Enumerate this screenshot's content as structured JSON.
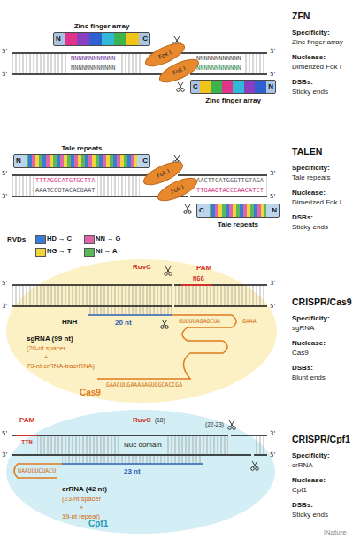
{
  "diagram": {
    "nodes": [
      {
        "text": [
          "Zinc finger array",
          "N",
          "C"
        ]
      },
      {
        "text": [
          "Fok I"
        ]
      },
      {
        "text": [
          "Fok I"
        ]
      },
      {
        "text": [
          "Zinc finger array",
          "C",
          "N"
        ]
      },
      {
        "text": [
          "Tale repeats",
          "N",
          "C"
        ]
      },
      {
        "text": [
          "Fok I"
        ]
      },
      {
        "text": [
          "Fok I"
        ]
      },
      {
        "text": [
          "Tale repeats",
          "C",
          "N"
        ]
      },
      {
        "text": [
          "Cas9"
        ]
      },
      {
        "text": [
          "Cpf1"
        ]
      }
    ],
    "labels": [
      "5'",
      "3'",
      "3'",
      "5'",
      "NNNNNNNNNNNN",
      "NNNNNNNNNNNN",
      "NNNNNNNNNNNN",
      "NNNNNNNNNNNN",
      "ZFN",
      "Specificity:",
      "Zinc finger array",
      "Nuclease:",
      "Dimerized Fok I",
      "DSBs:",
      "Sticky ends",
      "5'",
      "3'",
      "3'",
      "5'",
      "TTTAGGCATGTGCTTA",
      "AAATCCGTACACGAAT",
      "AACTTCATGGGTTGTAGA",
      "TTGAAGTACCCAACATCT",
      "RVDs",
      "TALEN",
      "Specificity:",
      "Tale repeats",
      "Nuclease:",
      "Dimerized Fok I",
      "DSBs:",
      "Sticky ends",
      "5'",
      "3'",
      "3'",
      "5'",
      "RuvC",
      "PAM",
      "NGG",
      "HNH",
      "20 nt",
      "sgRNA (99 nt)",
      "(20-nt spacer",
      "+",
      "79-nt crRNA-tracrRNA)",
      "GUUUUAGAGCUA",
      "GAAA",
      "GAACUUGAAAAAGUGGCACCGA",
      "CRISPR/Cas9",
      "Specificity:",
      "sgRNA",
      "Nuclease:",
      "Cas9",
      "DSBs:",
      "Blunt ends",
      "5'",
      "3'",
      "3'",
      "5'",
      "PAM",
      "TTN",
      "RuvC",
      "(18)",
      "(22-23)",
      "Nuc domain",
      "23 nt",
      "crRNA (42 nt)",
      "(23-nt spacer",
      "+",
      "19-nt repeat)",
      "UAAUUUCUACU",
      "CRISPR/Cpf1",
      "Specificity:",
      "crRNA",
      "Nuclease:",
      "Cpf1",
      "DSBs:",
      "Sticky ends",
      "iNature"
    ],
    "legend": [
      {
        "text": "HD → C",
        "color": "#3a7bd5"
      },
      {
        "text": "NN → G",
        "color": "#e064a8"
      },
      {
        "text": "NG → T",
        "color": "#f2d53c"
      },
      {
        "text": "NI → A",
        "color": "#5cb85c"
      }
    ]
  }
}
